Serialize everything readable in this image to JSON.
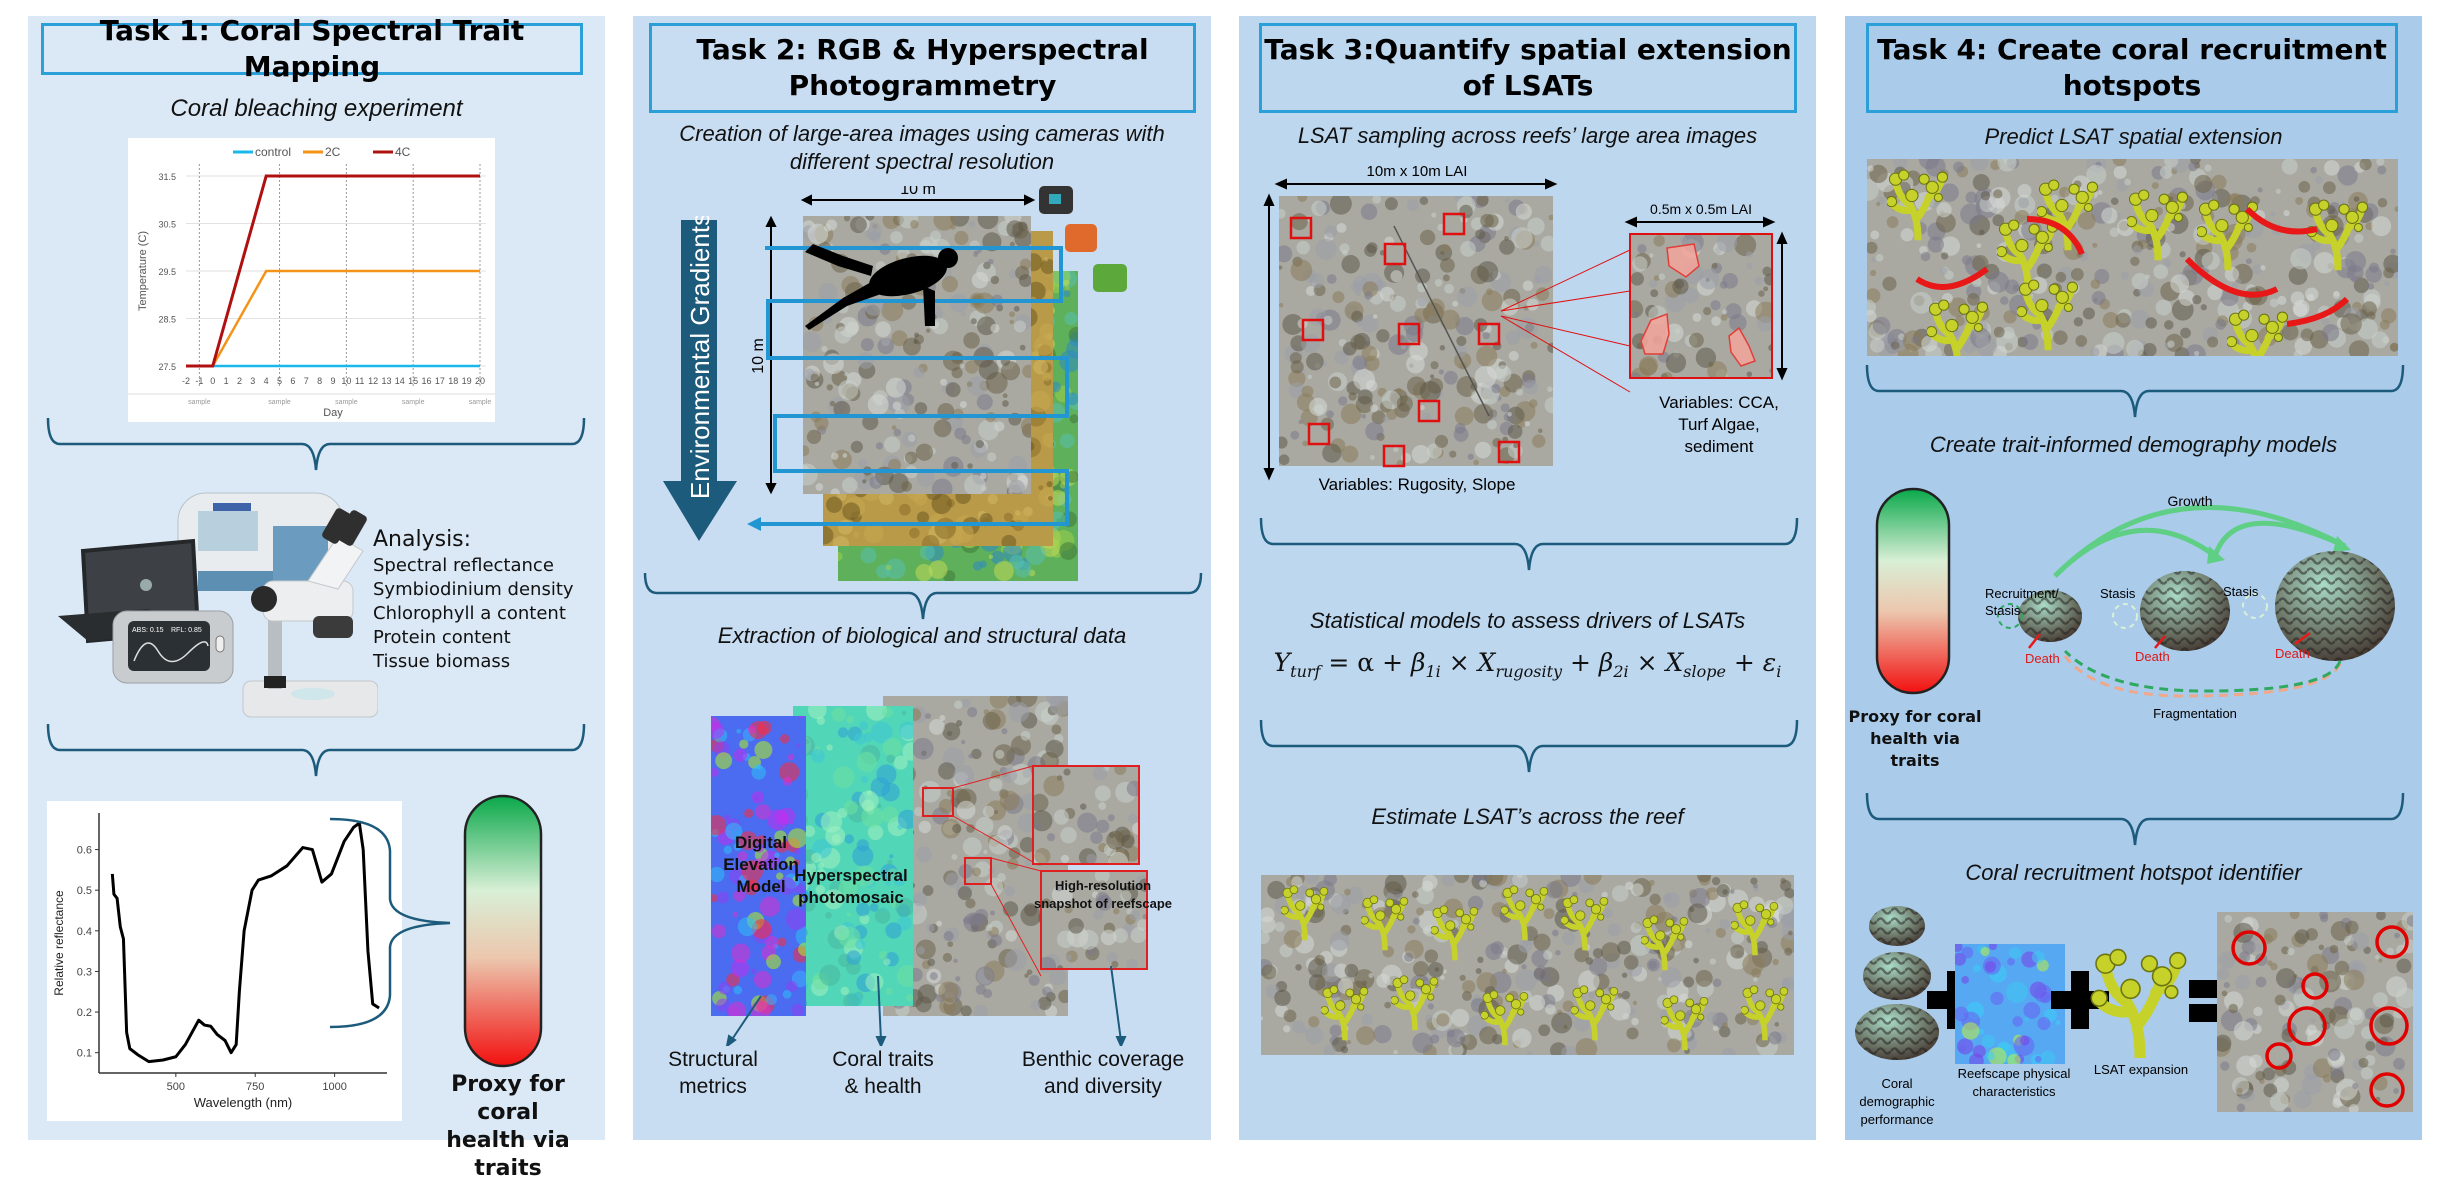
{
  "task1": {
    "title": "Task 1: Coral Spectral Trait Mapping",
    "subtitle": "Coral bleaching experiment",
    "analysis": {
      "heading": "Analysis:",
      "items": [
        "Spectral reflectance",
        "Symbiodinium density",
        "Chlorophyll a content",
        "Protein content",
        "Tissue biomass"
      ]
    },
    "device_readout": [
      "ABS: 0.15",
      "RFL: 0.85"
    ],
    "proxy_label": [
      "Proxy for coral",
      "health via traits"
    ]
  },
  "task2": {
    "title": [
      "Task 2: RGB & Hyperspectral",
      "Photogrammetry"
    ],
    "subtitle": [
      "Creation of large-area images using cameras with",
      "different spectral resolution"
    ],
    "gradient_label": "Environmental Gradients",
    "width_label": "10 m",
    "height_label": "10 m",
    "subtitle2": "Extraction of biological and structural data",
    "dem_label": [
      "Digital",
      "Elevation",
      "Model"
    ],
    "hyper_label": [
      "Hyperspectral",
      "photomosaic"
    ],
    "snapshot_label": [
      "High-resolution",
      "snapshot of reefscape"
    ],
    "outputs": [
      [
        "Structural",
        "metrics"
      ],
      [
        "Coral traits",
        "& health"
      ],
      [
        "Benthic coverage",
        "and diversity"
      ]
    ]
  },
  "task3": {
    "title": [
      "Task 3:Quantify spatial extension",
      "of LSATs"
    ],
    "subtitle": "LSAT sampling across reefs’ large area images",
    "large_label": "10m x 10m LAI",
    "small_label": "0.5m x 0.5m LAI",
    "large_vars": "Variables: Rugosity, Slope",
    "small_vars": [
      "Variables: CCA,",
      "Turf Algae,",
      "sediment"
    ],
    "subtitle2": "Statistical models to assess drivers of LSATs",
    "equation": {
      "y": "Y",
      "y_sub": "turf",
      "alpha": " = α + ",
      "b1": "β",
      "b1_sub": "1i",
      "x1": " × X",
      "x1_sub": "rugosity",
      "plus1": " + ",
      "b2": "β",
      "b2_sub": "2i",
      "x2": " × X",
      "x2_sub": "slope",
      "eps": " + ε",
      "eps_sub": "i"
    },
    "subtitle3": "Estimate LSAT’s across the reef"
  },
  "task4": {
    "title": [
      "Task 4: Create coral recruitment",
      "hotspots"
    ],
    "subtitle": "Predict LSAT spatial extension",
    "subtitle2": "Create trait-informed demography models",
    "demography": {
      "growth": "Growth",
      "recruitment": [
        "Recruitment/",
        "Stasis"
      ],
      "stasis": "Stasis",
      "death": "Death",
      "fragmentation": "Fragmentation"
    },
    "proxy_label": [
      "Proxy for coral",
      "health via traits"
    ],
    "subtitle3": "Coral recruitment hotspot identifier",
    "coral_label": [
      "Coral",
      "demographic",
      "performance"
    ],
    "reefscape_label": [
      "Reefscape physical",
      "characteristics"
    ],
    "lsat_label": "LSAT expansion"
  },
  "colors": {
    "title_border": "#2b9fd8",
    "control": "#1ab8ea",
    "2C": "#f39318",
    "4C": "#b01010",
    "brace": "#1d5b7c",
    "algae": "#c6d22a",
    "hotspot": "#e00000"
  },
  "chart_data": [
    {
      "type": "line",
      "title": "",
      "xlabel": "Day",
      "ylabel": "Temperature (C)",
      "xlim": [
        -2,
        20
      ],
      "ylim": [
        27.5,
        31.5
      ],
      "x_ticks": [
        -2,
        -1,
        0,
        1,
        2,
        3,
        4,
        5,
        6,
        7,
        8,
        9,
        10,
        11,
        12,
        13,
        14,
        15,
        16,
        17,
        18,
        19,
        20
      ],
      "y_ticks": [
        27.5,
        28.5,
        29.5,
        30.5,
        31.5
      ],
      "sample_days": [
        -1,
        5,
        10,
        15,
        20
      ],
      "sample_label": "sample",
      "legend": "top",
      "series": [
        {
          "name": "control",
          "x": [
            -2,
            0,
            20
          ],
          "y": [
            27.5,
            27.5,
            27.5
          ]
        },
        {
          "name": "2C",
          "x": [
            -2,
            0,
            4,
            20
          ],
          "y": [
            27.5,
            27.5,
            29.5,
            29.5
          ]
        },
        {
          "name": "4C",
          "x": [
            -2,
            0,
            4,
            20
          ],
          "y": [
            27.5,
            27.5,
            31.5,
            31.5
          ]
        }
      ]
    },
    {
      "type": "line",
      "title": "",
      "xlabel": "Wavelength (nm)",
      "ylabel": "Relative reflectance",
      "xlim": [
        258,
        1165
      ],
      "ylim": [
        0.05,
        0.69
      ],
      "x_ticks": [
        500,
        750,
        1000
      ],
      "y_ticks": [
        0.1,
        0.2,
        0.3,
        0.4,
        0.5,
        0.6
      ],
      "series": [
        {
          "name": "reflectance",
          "x": [
            300,
            305,
            315,
            325,
            335,
            345,
            355,
            380,
            415,
            460,
            500,
            530,
            572,
            590,
            610,
            630,
            655,
            674,
            690,
            700,
            715,
            740,
            760,
            800,
            850,
            900,
            930,
            960,
            990,
            1030,
            1060,
            1078,
            1090,
            1105,
            1120,
            1140
          ],
          "y": [
            0.54,
            0.49,
            0.48,
            0.41,
            0.38,
            0.15,
            0.11,
            0.095,
            0.078,
            0.082,
            0.09,
            0.12,
            0.18,
            0.168,
            0.165,
            0.145,
            0.13,
            0.1,
            0.12,
            0.25,
            0.4,
            0.5,
            0.525,
            0.535,
            0.56,
            0.605,
            0.6,
            0.52,
            0.54,
            0.62,
            0.655,
            0.665,
            0.6,
            0.35,
            0.22,
            0.21
          ]
        }
      ]
    }
  ]
}
